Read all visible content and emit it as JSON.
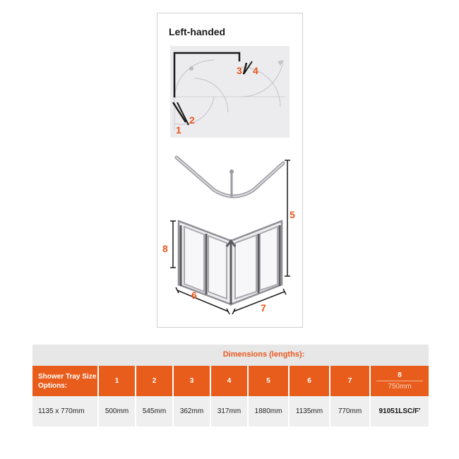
{
  "diagram": {
    "title": "Left-handed",
    "plan_labels": [
      "1",
      "2",
      "3",
      "4"
    ],
    "elevation_labels": [
      "5",
      "6",
      "7",
      "8"
    ]
  },
  "table": {
    "title": "Dimensions (lengths):",
    "row_header": "Shower Tray Size Options:",
    "columns": [
      "1",
      "2",
      "3",
      "4",
      "5",
      "6",
      "7",
      "8"
    ],
    "column_8_sub": "750mm",
    "row": {
      "size": "1135 x 770mm",
      "values": [
        "500mm",
        "545mm",
        "362mm",
        "317mm",
        "1880mm",
        "1135mm",
        "770mm",
        "91051LSC/F'"
      ]
    }
  },
  "colors": {
    "accent": "#e95d1c",
    "frame": "#1a1a1a"
  }
}
